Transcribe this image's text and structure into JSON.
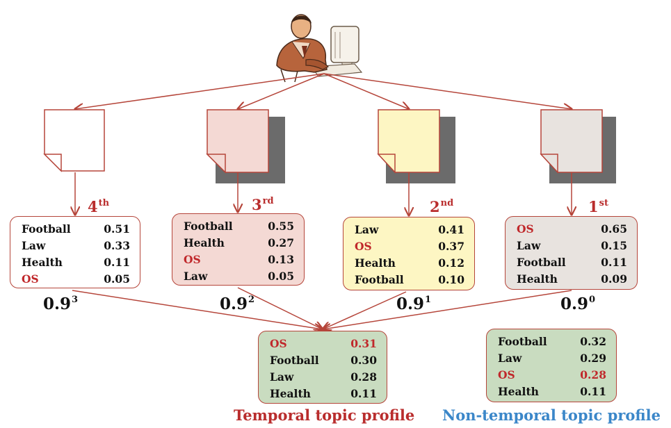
{
  "colors": {
    "edge": "#b5453a",
    "highlight": "#c0282b",
    "doc_fills": [
      "#ffffff",
      "#f4d9d4",
      "#fdf6c3",
      "#e8e3df"
    ],
    "result_fill": "#c9dcc0",
    "temporal_caption": "#b92d2d",
    "non_temporal_caption": "#3b87c9"
  },
  "user_icon": "user-at-computer-clipart",
  "documents": [
    {
      "rank_num": "4",
      "rank_suffix": "th",
      "weight_base": "0.9",
      "weight_exp": "3",
      "topics": [
        {
          "label": "Football",
          "value": "0.51",
          "highlight": false
        },
        {
          "label": "Law",
          "value": "0.33",
          "highlight": false
        },
        {
          "label": "Health",
          "value": "0.11",
          "highlight": false
        },
        {
          "label": "OS",
          "value": "0.05",
          "highlight": true
        }
      ]
    },
    {
      "rank_num": "3",
      "rank_suffix": "rd",
      "weight_base": "0.9",
      "weight_exp": "2",
      "topics": [
        {
          "label": "Football",
          "value": "0.55",
          "highlight": false
        },
        {
          "label": "Health",
          "value": "0.27",
          "highlight": false
        },
        {
          "label": "OS",
          "value": "0.13",
          "highlight": true
        },
        {
          "label": "Law",
          "value": "0.05",
          "highlight": false
        }
      ]
    },
    {
      "rank_num": "2",
      "rank_suffix": "nd",
      "weight_base": "0.9",
      "weight_exp": "1",
      "topics": [
        {
          "label": "Law",
          "value": "0.41",
          "highlight": false
        },
        {
          "label": "OS",
          "value": "0.37",
          "highlight": true
        },
        {
          "label": "Health",
          "value": "0.12",
          "highlight": false
        },
        {
          "label": "Football",
          "value": "0.10",
          "highlight": false
        }
      ]
    },
    {
      "rank_num": "1",
      "rank_suffix": "st",
      "weight_base": "0.9",
      "weight_exp": "0",
      "topics": [
        {
          "label": "OS",
          "value": "0.65",
          "highlight": true
        },
        {
          "label": "Law",
          "value": "0.15",
          "highlight": false
        },
        {
          "label": "Football",
          "value": "0.11",
          "highlight": false
        },
        {
          "label": "Health",
          "value": "0.09",
          "highlight": false
        }
      ]
    }
  ],
  "temporal_profile": {
    "caption": "Temporal topic profile",
    "topics": [
      {
        "label": "OS",
        "value": "0.31",
        "label_hl": true,
        "value_hl": true
      },
      {
        "label": "Football",
        "value": "0.30",
        "label_hl": false,
        "value_hl": false
      },
      {
        "label": "Law",
        "value": "0.28",
        "label_hl": false,
        "value_hl": false
      },
      {
        "label": "Health",
        "value": "0.11",
        "label_hl": false,
        "value_hl": false
      }
    ]
  },
  "non_temporal_profile": {
    "caption": "Non-temporal topic profile",
    "topics": [
      {
        "label": "Football",
        "value": "0.32",
        "label_hl": false,
        "value_hl": false
      },
      {
        "label": "Law",
        "value": "0.29",
        "label_hl": false,
        "value_hl": false
      },
      {
        "label": "OS",
        "value": "0.28",
        "label_hl": true,
        "value_hl": true
      },
      {
        "label": "Health",
        "value": "0.11",
        "label_hl": false,
        "value_hl": false
      }
    ]
  }
}
